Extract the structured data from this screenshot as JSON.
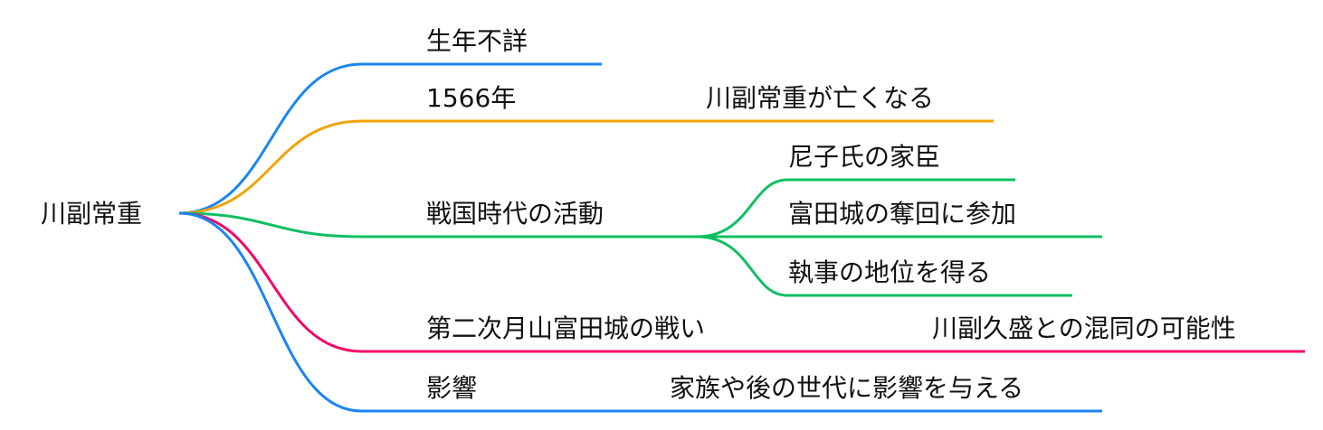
{
  "root": {
    "label": "川副常重"
  },
  "colors": {
    "blue": "#1a86f2",
    "orange": "#f0a30a",
    "green": "#0fbf62",
    "pink": "#f0086a",
    "text": "#111111"
  },
  "branches": [
    {
      "label": "生年不詳",
      "color": "blue"
    },
    {
      "label": "1566年",
      "color": "orange",
      "children": [
        {
          "label": "川副常重が亡くなる"
        }
      ]
    },
    {
      "label": "戦国時代の活動",
      "color": "green",
      "children": [
        {
          "label": "尼子氏の家臣"
        },
        {
          "label": "富田城の奪回に参加"
        },
        {
          "label": "執事の地位を得る"
        }
      ]
    },
    {
      "label": "第二次月山富田城の戦い",
      "color": "pink",
      "children": [
        {
          "label": "川副久盛との混同の可能性"
        }
      ]
    },
    {
      "label": "影響",
      "color": "blue",
      "children": [
        {
          "label": "家族や後の世代に影響を与える"
        }
      ]
    }
  ]
}
